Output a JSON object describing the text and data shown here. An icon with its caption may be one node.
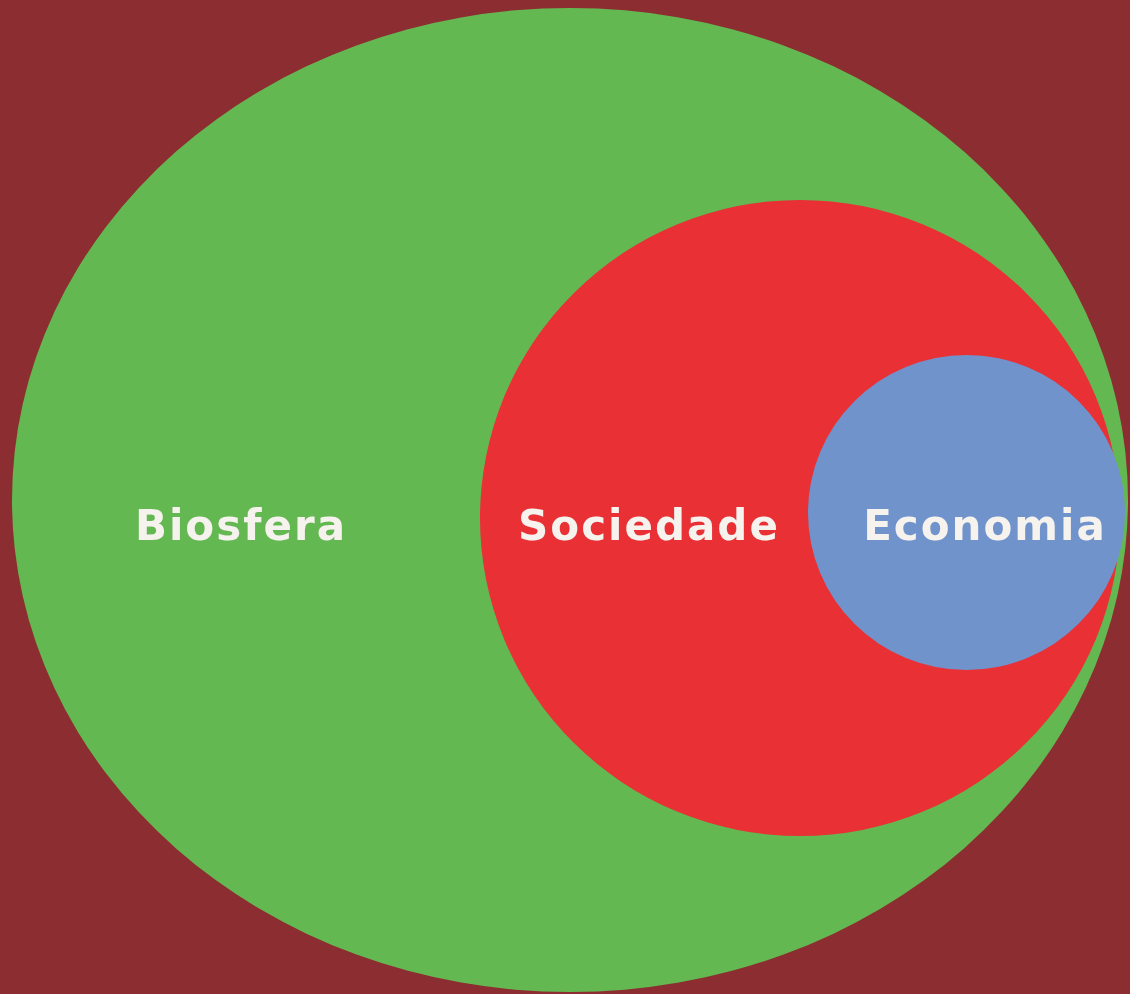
{
  "diagram": {
    "nodes": [
      {
        "text": [
          "Biosfera"
        ]
      },
      {
        "text": [
          "Sociedade"
        ],
        "in": 0
      },
      {
        "text": [
          "Economia"
        ],
        "in": 1
      }
    ]
  }
}
